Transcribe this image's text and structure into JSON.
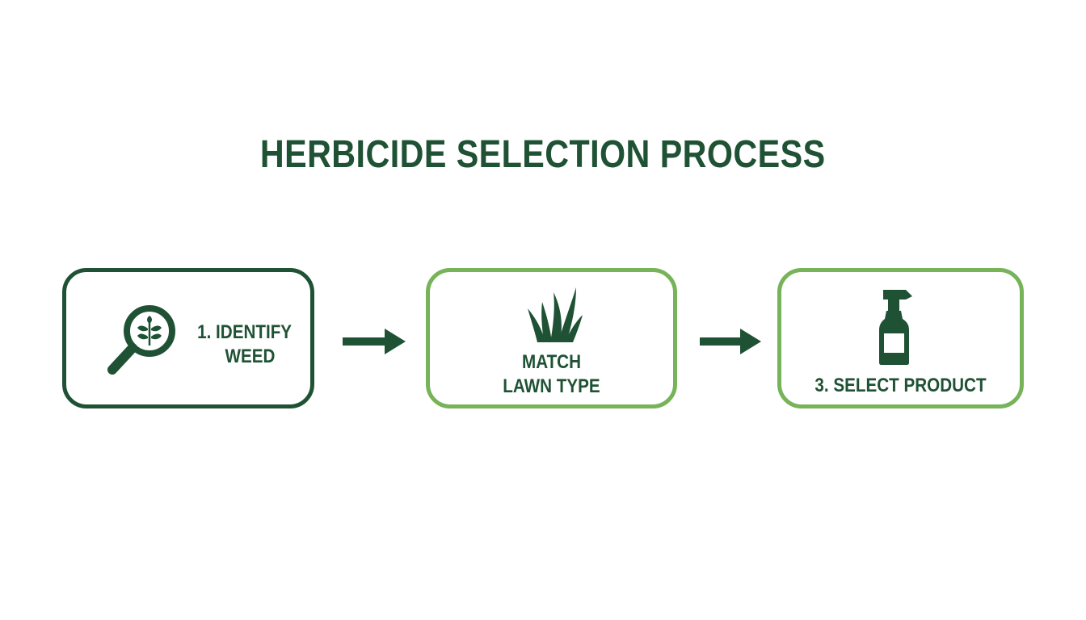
{
  "title": "HERBICIDE SELECTION PROCESS",
  "colors": {
    "dark_green": "#1f5234",
    "light_green": "#76b359",
    "background": "#ffffff"
  },
  "steps": [
    {
      "icon": "magnifier-leaf-icon",
      "label_lines": [
        "1. IDENTIFY",
        "WEED"
      ]
    },
    {
      "icon": "grass-icon",
      "label_lines": [
        "MATCH",
        "LAWN TYPE"
      ]
    },
    {
      "icon": "spray-bottle-icon",
      "label_lines": [
        "3. SELECT PRODUCT"
      ]
    }
  ],
  "connectors": [
    "arrow-right-icon",
    "arrow-right-icon"
  ]
}
